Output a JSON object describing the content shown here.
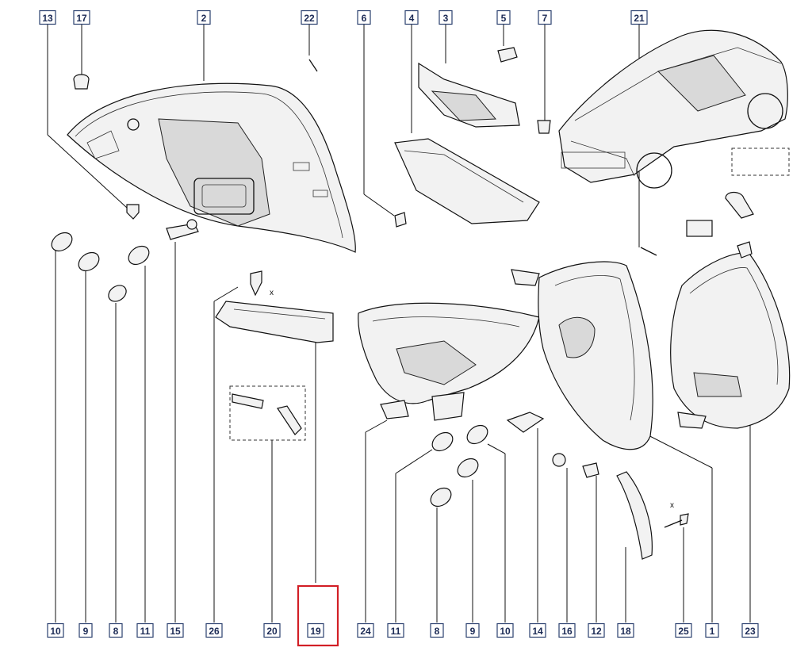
{
  "diagram": {
    "callouts": {
      "13": "13",
      "17": "17",
      "2": "2",
      "22": "22",
      "6": "6",
      "4": "4",
      "3": "3",
      "5": "5",
      "7": "7",
      "21": "21",
      "b10": "10",
      "b9a": "9",
      "b8a": "8",
      "b11a": "11",
      "b15": "15",
      "b26": "26",
      "b20": "20",
      "b19": "19",
      "b24": "24",
      "b11b": "11",
      "b8b": "8",
      "b9b": "9",
      "b10b": "10",
      "b14": "14",
      "b16": "16",
      "b12": "12",
      "b18": "18",
      "b25": "25",
      "b1": "1",
      "b23": "23"
    },
    "axis_marks": {
      "x1": "x",
      "x2": "x"
    },
    "highlighted_callout": "19",
    "highlight_color": "#d21f26",
    "label_border_color": "#2a3f6e",
    "label_text_color": "#1b2a55",
    "icons": [
      "rear-lamp-icon",
      "bulb-icon",
      "car-icon",
      "screw-icon",
      "clip-icon",
      "bulb-holder-icon"
    ]
  }
}
